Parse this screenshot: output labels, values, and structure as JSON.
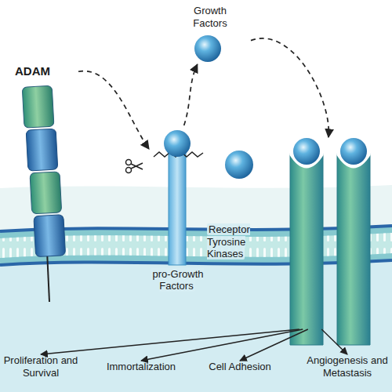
{
  "diagram": {
    "nodes": [
      {
        "text": [
          "ADAM"
        ]
      },
      {
        "text": [
          "Growth Factors"
        ]
      },
      {
        "text": [
          "pro-Growth Factors"
        ]
      },
      {
        "text": [
          "Receptor Tyrosine Kinases"
        ]
      },
      {
        "text": [
          "Proliferation and Survival"
        ]
      },
      {
        "text": [
          "Immortalization"
        ]
      },
      {
        "text": [
          "Cell Adhesion"
        ]
      },
      {
        "text": [
          "Angiogenesis and Metastasis"
        ]
      }
    ],
    "edges": [
      {
        "from": 0,
        "to": 2,
        "arrow": "to"
      },
      {
        "from": 2,
        "to": 1,
        "arrow": "to"
      },
      {
        "from": 1,
        "to": 3,
        "arrow": "to"
      },
      {
        "from": 3,
        "to": 4,
        "arrow": "to"
      },
      {
        "from": 3,
        "to": 5,
        "arrow": "to"
      },
      {
        "from": 3,
        "to": 6,
        "arrow": "to"
      },
      {
        "from": 3,
        "to": 7,
        "arrow": "to"
      }
    ]
  }
}
